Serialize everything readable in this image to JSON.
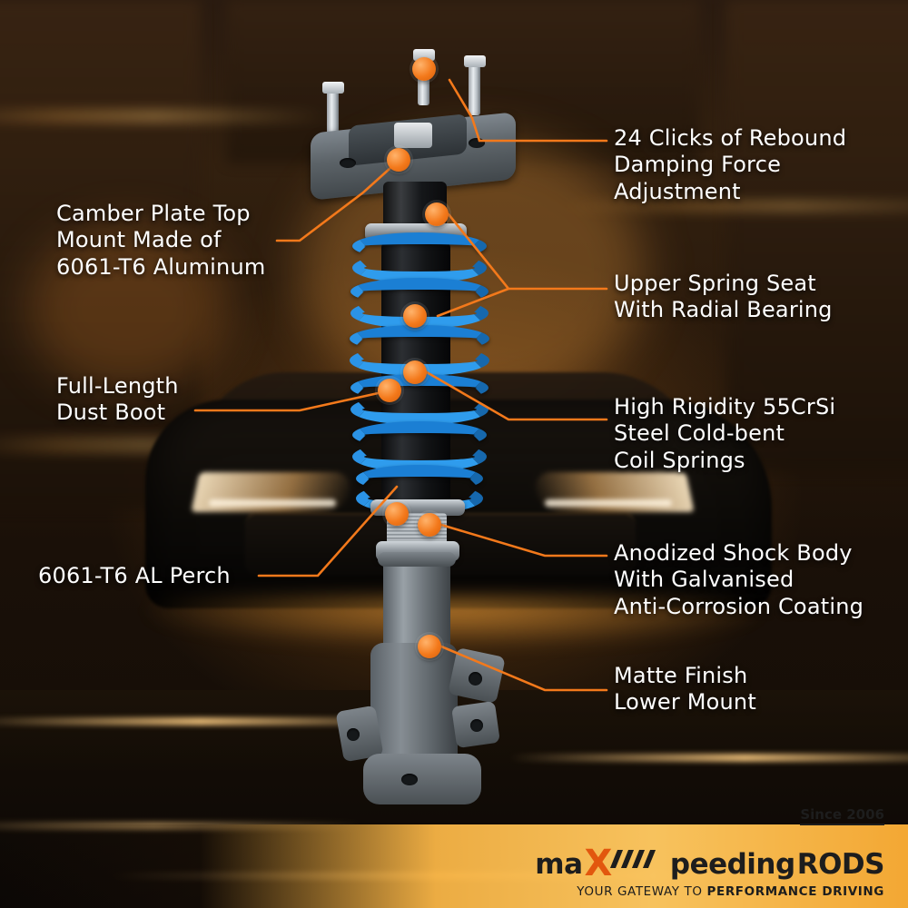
{
  "product": {
    "name": "Coilover suspension strut assembly",
    "accent_color": "#f3791b",
    "spring_color": "#1b7fd4"
  },
  "callouts": [
    {
      "id": "rebound",
      "side": "right",
      "text": "24 Clicks of Rebound\nDamping Force\nAdjustment"
    },
    {
      "id": "upper-spring-seat",
      "side": "right",
      "text": "Upper Spring Seat\nWith Radial Bearing"
    },
    {
      "id": "coil-springs",
      "side": "right",
      "text": "High Rigidity 55CrSi\nSteel Cold-bent\nCoil Springs"
    },
    {
      "id": "shock-body",
      "side": "right",
      "text": "Anodized Shock Body\nWith Galvanised\nAnti-Corrosion Coating"
    },
    {
      "id": "lower-mount",
      "side": "right",
      "text": "Matte Finish\nLower Mount"
    },
    {
      "id": "camber-plate",
      "side": "left",
      "text": "Camber Plate Top\nMount Made of\n6061-T6 Aluminum"
    },
    {
      "id": "dust-boot",
      "side": "left",
      "text": "Full-Length\nDust Boot"
    },
    {
      "id": "al-perch",
      "side": "left",
      "text": "6061-T6 AL Perch"
    }
  ],
  "brand": {
    "word_max": "ma",
    "word_x": "X",
    "word_peeding": "peeding",
    "word_rods": "RODS",
    "since": "Since 2006",
    "tagline_prefix": "YOUR GATEWAY TO ",
    "tagline_bold": "PERFORMANCE DRIVING"
  }
}
